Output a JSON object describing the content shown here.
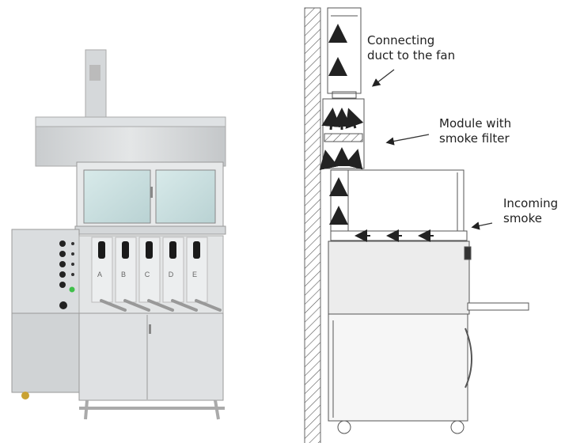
{
  "photo": {
    "drawer_letters": [
      "A",
      "B",
      "C",
      "D",
      "E"
    ]
  },
  "diagram": {
    "labels": {
      "duct": [
        "Connecting",
        "duct to the fan"
      ],
      "filter": [
        "Module with",
        "smoke filter"
      ],
      "smoke": [
        "Incoming",
        "smoke"
      ]
    }
  }
}
